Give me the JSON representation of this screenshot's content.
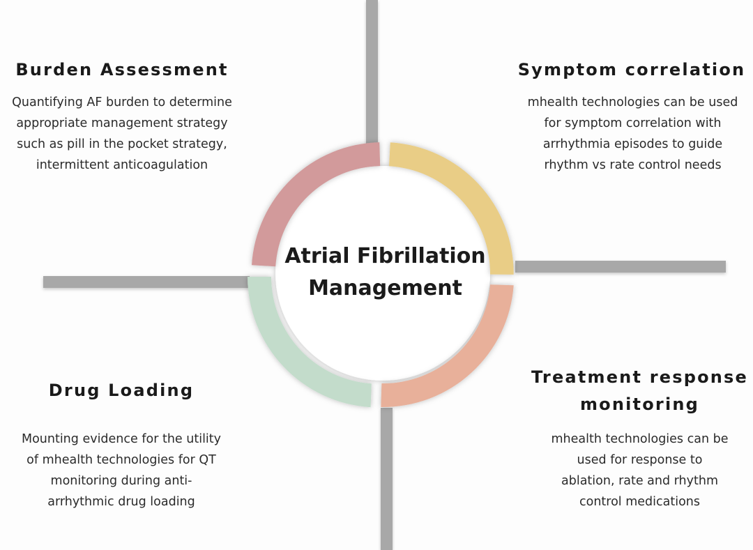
{
  "center_title": [
    "Atrial Fibrillation",
    "Management"
  ],
  "quadrants": {
    "burden": {
      "heading": [
        "Burden Assessment"
      ],
      "text": [
        "Quantifying AF burden to determine",
        "appropriate management strategy",
        "such as pill in the pocket strategy,",
        "intermittent anticoagulation"
      ]
    },
    "symptom": {
      "heading": [
        "Symptom correlation"
      ],
      "text": [
        "mhealth technologies can be used",
        "for symptom correlation with",
        "arrhythmia episodes to guide",
        "rhythm vs rate control needs"
      ]
    },
    "drug": {
      "heading": [
        "Drug Loading"
      ],
      "text": [
        "Mounting evidence for the utility",
        "of mhealth technologies for QT",
        "monitoring during anti-",
        "arrhythmic drug loading"
      ]
    },
    "treatment": {
      "heading": [
        "Treatment response",
        "monitoring"
      ],
      "text": [
        "mhealth technologies can be",
        "used for response to",
        "ablation, rate and rhythm",
        "control medications"
      ]
    }
  },
  "colors": {
    "burden_arc": "#d29a9b",
    "symptom_arc": "#e9cd86",
    "drug_arc": "#c3dccb",
    "treatment_arc": "#e8b09a",
    "bar": "#a8a8a8"
  }
}
